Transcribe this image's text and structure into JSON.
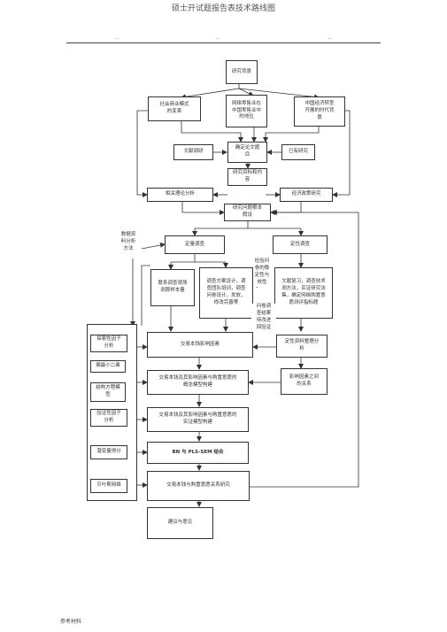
{
  "header": {
    "title": "硕士开试题报告表技术路线图",
    "dots": [
      "..",
      "..",
      ".."
    ]
  },
  "nodes": {
    "research_background": "研究背景",
    "social_change": "社会商业模式\n的变革",
    "online_retail": "网络零售业在\n中国零售业中\n的地位",
    "era_context": "中国经济转型\n开展的时代背\n景",
    "literature_review": "文献调研",
    "research_topic": "确定论文题\n目",
    "existing_research": "已有研究",
    "research_goals": "研究目标和内\n容",
    "theory_analysis": "相关理论分析",
    "policy_research": "经济政策研究",
    "research_hypothesis": "研究问题根本\n假设",
    "data_analysis_method": "数据资\n料分析\n方法",
    "quantitative_survey": "定量调查",
    "qualitative_survey": "定性调查",
    "interview_sampling": "联系调查观场\n测算样本量",
    "questionnaire_design": "调查方案设计，调\n查团队培训，调查\n问卷设计，发放，\n修改完善等",
    "validity_check": "检验问\n卷的稳\n定性与\n效性",
    "feedback_revision": "问卷调\n查结果\n待改进\n回验证",
    "literature_method": "文献复习，调查技术\n测方法，实证研究法\n集，确定网络购置意\n愿测评指标题",
    "factor_analysis": "探索性因子\n分析",
    "least_squares": "偏最小二乘",
    "sem": "结构方程模\n型",
    "confirmatory_factor": "验证性因子\n分析",
    "latent_variable": "潜变量得分",
    "bayesian_network": "贝叶斯网络",
    "cost_factors": "交易本钱影响因素",
    "qualitative_data_analysis": "定性资料整理分\n析",
    "conceptual_model": "交易本钱及其影响因素与购置意愿的\n概念模型构建",
    "relationship": "影响因素之间\n的关系",
    "empirical_model": "交易本钱及其影响因素与购置意愿的\n实证模型构建",
    "bn_pls_sem": "BN 与 PLS-SEM 结合",
    "relation_study": "交易本钱与购置意愿关系研究",
    "suggestions": "建议与意见"
  },
  "footer": "参考材料"
}
